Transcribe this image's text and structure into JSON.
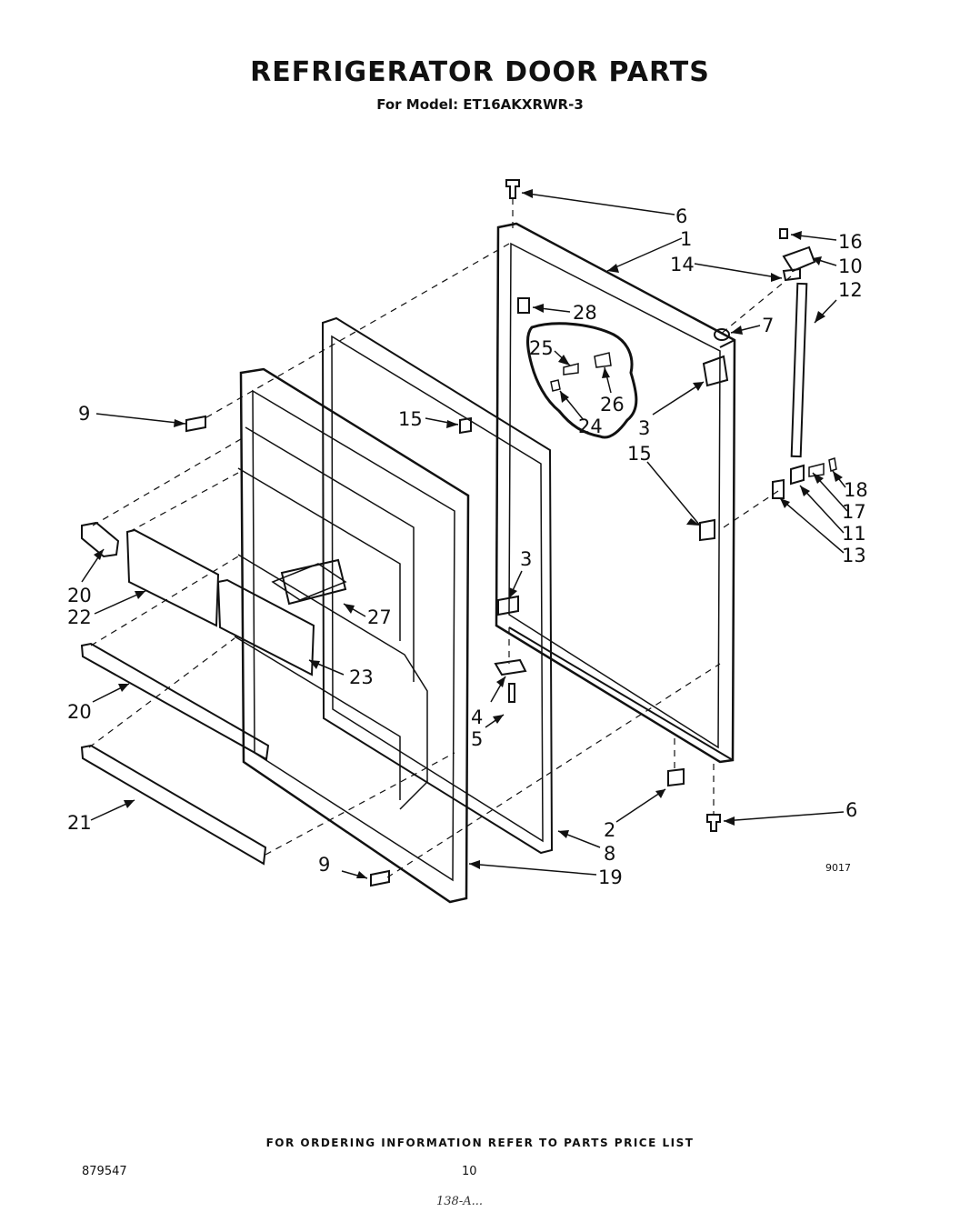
{
  "header": {
    "title": "REFRIGERATOR DOOR PARTS",
    "subtitle": "For Model: ET16AKXRWR-3"
  },
  "callouts": [
    {
      "id": "c6a",
      "label": "6"
    },
    {
      "id": "c1",
      "label": "1"
    },
    {
      "id": "c16",
      "label": "16"
    },
    {
      "id": "c14",
      "label": "14"
    },
    {
      "id": "c10",
      "label": "10"
    },
    {
      "id": "c12",
      "label": "12"
    },
    {
      "id": "c28",
      "label": "28"
    },
    {
      "id": "c7",
      "label": "7"
    },
    {
      "id": "c25",
      "label": "25"
    },
    {
      "id": "c26",
      "label": "26"
    },
    {
      "id": "c24",
      "label": "24"
    },
    {
      "id": "c9a",
      "label": "9"
    },
    {
      "id": "c15a",
      "label": "15"
    },
    {
      "id": "c3a",
      "label": "3"
    },
    {
      "id": "c15b",
      "label": "15"
    },
    {
      "id": "c18",
      "label": "18"
    },
    {
      "id": "c17",
      "label": "17"
    },
    {
      "id": "c11",
      "label": "11"
    },
    {
      "id": "c13",
      "label": "13"
    },
    {
      "id": "c3b",
      "label": "3"
    },
    {
      "id": "c20a",
      "label": "20"
    },
    {
      "id": "c22",
      "label": "22"
    },
    {
      "id": "c27",
      "label": "27"
    },
    {
      "id": "c23",
      "label": "23"
    },
    {
      "id": "c4",
      "label": "4"
    },
    {
      "id": "c5",
      "label": "5"
    },
    {
      "id": "c20b",
      "label": "20"
    },
    {
      "id": "c21",
      "label": "21"
    },
    {
      "id": "c6b",
      "label": "6"
    },
    {
      "id": "c2",
      "label": "2"
    },
    {
      "id": "c8",
      "label": "8"
    },
    {
      "id": "c9b",
      "label": "9"
    },
    {
      "id": "c19",
      "label": "19"
    }
  ],
  "figure_code": "9017",
  "footer": {
    "ordering_note": "FOR ORDERING INFORMATION REFER TO PARTS PRICE LIST",
    "doc_number": "879547",
    "page_number": "10",
    "handwritten_note": "138-A..."
  }
}
